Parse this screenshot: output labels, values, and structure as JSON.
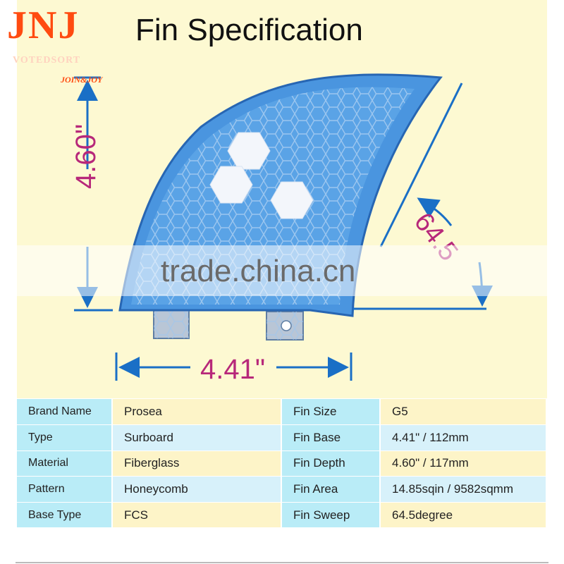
{
  "logo": {
    "brand": "JNJ",
    "subtext": "VOTEDSORT",
    "tagline": "JOIN&JOY"
  },
  "title": "Fin Specification",
  "watermark": "trade.china.cn",
  "dimensions": {
    "height": "4.60\"",
    "base": "4.41\"",
    "sweep": "64.5"
  },
  "colors": {
    "background": "#fdf9d2",
    "fin": "#2f7fd0",
    "dimension_text": "#b7287a",
    "dimension_arrow": "#1a6fc6",
    "logo": "#ff4b10"
  },
  "spec_table": {
    "rows": [
      {
        "label": "Brand Name",
        "value": "Prosea",
        "label2": "Fin Size",
        "value2": "G5"
      },
      {
        "label": "Type",
        "value": "Surboard",
        "label2": "Fin Base",
        "value2": "4.41\" / 112mm"
      },
      {
        "label": "Material",
        "value": "Fiberglass",
        "label2": "Fin Depth",
        "value2": "4.60\" / 117mm"
      },
      {
        "label": "Pattern",
        "value": "Honeycomb",
        "label2": "Fin Area",
        "value2": "14.85sqin / 9582sqmm"
      },
      {
        "label": "Base Type",
        "value": "FCS",
        "label2": "Fin Sweep",
        "value2": "64.5degree"
      }
    ]
  }
}
